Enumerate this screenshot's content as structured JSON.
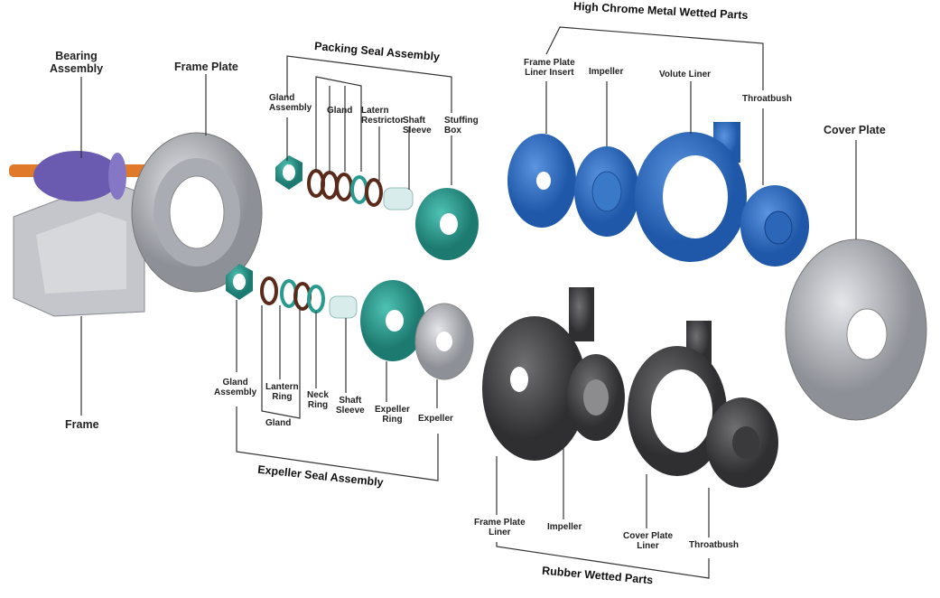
{
  "colors": {
    "blue": "#2f6fc4",
    "teal": "#2a9a8e",
    "grey": "#b9bcc2",
    "dark": "#4e4e50",
    "purple": "#6a5ab0",
    "orange": "#e07a2a"
  },
  "groups": {
    "packing_seal": "Packing Seal Assembly",
    "high_chrome": "High Chrome Metal Wetted Parts",
    "expeller_seal": "Expeller Seal Assembly",
    "rubber": "Rubber Wetted Parts"
  },
  "labels": {
    "bearing_assembly": "Bearing\nAssembly",
    "frame_plate": "Frame Plate",
    "frame": "Frame",
    "cover_plate": "Cover Plate",
    "ps_gland_assembly": "Gland\nAssembly",
    "ps_gland": "Gland",
    "ps_latern_restrictor": "Latern\nRestrictor",
    "ps_shaft_sleeve": "Shaft\nSleeve",
    "ps_stuffing_box": "Stuffing\nBox",
    "hc_frame_plate_liner_insert": "Frame Plate\nLiner Insert",
    "hc_impeller": "Impeller",
    "hc_volute_liner": "Volute Liner",
    "hc_throatbush": "Throatbush",
    "es_gland_assembly": "Gland\nAssembly",
    "es_lantern_ring": "Lantern\nRing",
    "es_gland": "Gland",
    "es_neck_ring": "Neck\nRing",
    "es_shaft_sleeve": "Shaft\nSleeve",
    "es_expeller_ring": "Expeller\nRing",
    "es_expeller": "Expeller",
    "rw_frame_plate_liner": "Frame Plate\nLiner",
    "rw_impeller": "Impeller",
    "rw_cover_plate_liner": "Cover Plate\nLiner",
    "rw_throatbush": "Throatbush"
  }
}
